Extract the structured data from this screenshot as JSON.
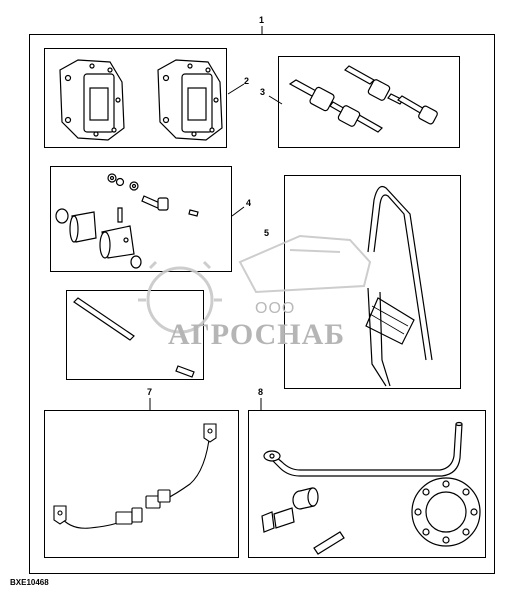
{
  "labels": {
    "main": "1",
    "part2": "2",
    "part3": "3",
    "part4": "4",
    "part5": "5",
    "part7": "7",
    "part8": "8"
  },
  "figure_code": "BXE10468",
  "watermark": {
    "small": "ООО",
    "big": "АГРОСНАБ"
  }
}
